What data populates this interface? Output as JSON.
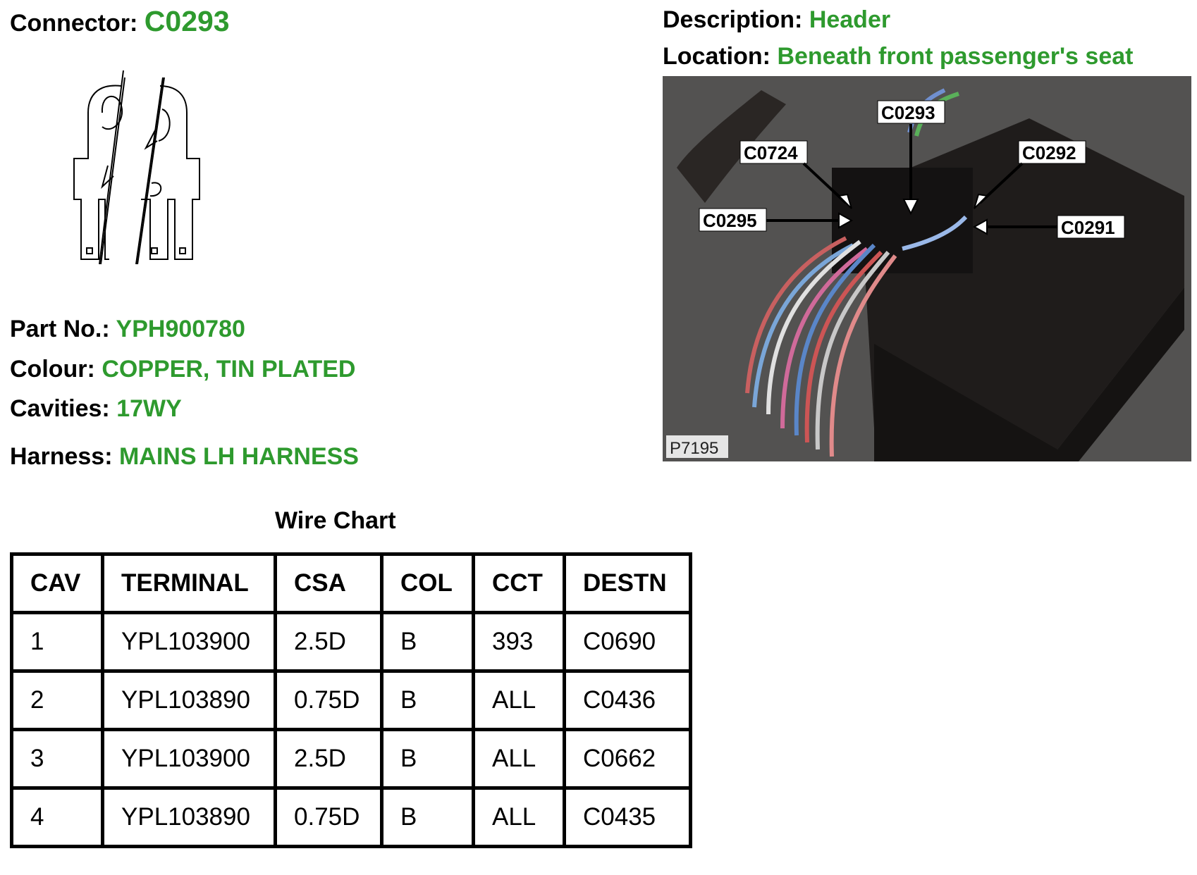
{
  "header": {
    "connector_label": "Connector:",
    "connector_value": "C0293",
    "description_label": "Description:",
    "description_value": "Header",
    "location_label": "Location:",
    "location_value": "Beneath front passenger's seat"
  },
  "details": {
    "part_no_label": "Part No.:",
    "part_no_value": "YPH900780",
    "colour_label": "Colour:",
    "colour_value": "COPPER, TIN PLATED",
    "cavities_label": "Cavities:",
    "cavities_value": "17WY",
    "harness_label": "Harness:",
    "harness_value": "MAINS LH HARNESS"
  },
  "photo": {
    "labels": [
      "C0293",
      "C0724",
      "C0292",
      "C0295",
      "C0291"
    ],
    "ref": "P7195"
  },
  "wire_chart": {
    "title": "Wire Chart",
    "columns": [
      "CAV",
      "TERMINAL",
      "CSA",
      "COL",
      "CCT",
      "DESTN"
    ],
    "rows": [
      [
        "1",
        "YPL103900",
        "2.5D",
        "B",
        "393",
        "C0690"
      ],
      [
        "2",
        "YPL103890",
        "0.75D",
        "B",
        "ALL",
        "C0436"
      ],
      [
        "3",
        "YPL103900",
        "2.5D",
        "B",
        "ALL",
        "C0662"
      ],
      [
        "4",
        "YPL103890",
        "0.75D",
        "B",
        "ALL",
        "C0435"
      ]
    ]
  },
  "colors": {
    "value_green": "#2e9a2e"
  }
}
